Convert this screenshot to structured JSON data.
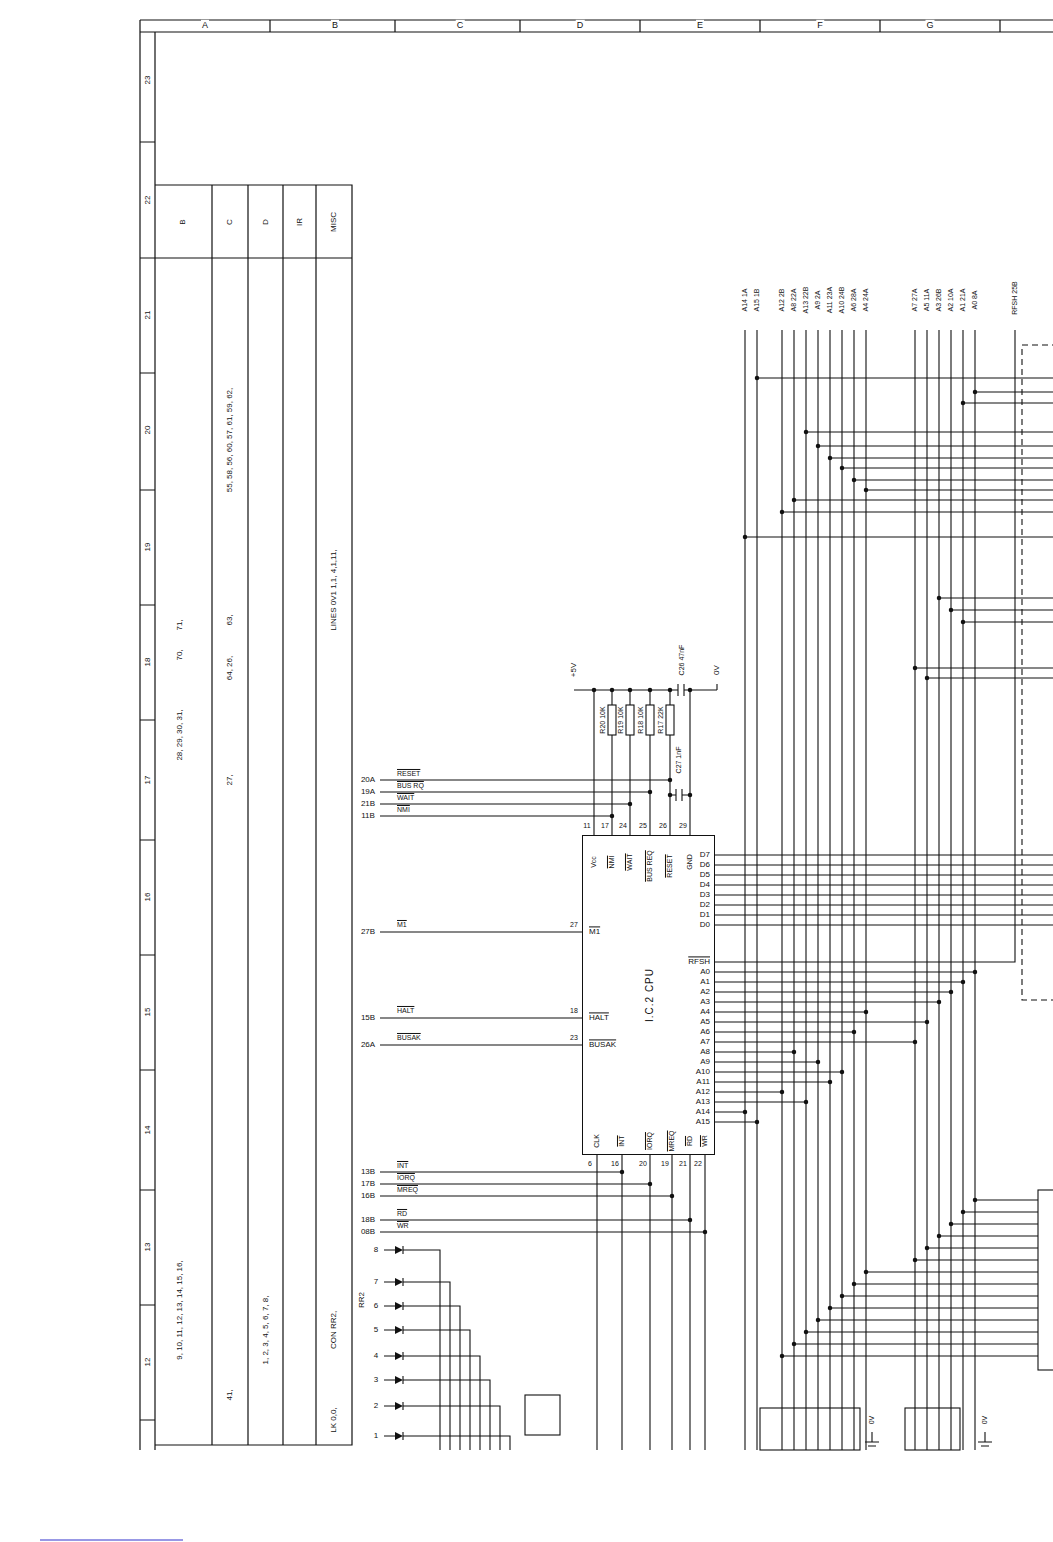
{
  "diagram": {
    "nodes": [
      {
        "text": [
          "I.C.2 CPU"
        ]
      }
    ],
    "labels": [
      "A",
      "B",
      "C",
      "D",
      "E",
      "F",
      "G",
      "23",
      "22",
      "21",
      "20",
      "19",
      "18",
      "17",
      "16",
      "15",
      "14",
      "13",
      "12",
      "B",
      "C",
      "D",
      "IR",
      "MISC",
      "9, 10, 11, 12, 13, 14, 15, 16,",
      "28, 29, 30, 31,",
      "70,",
      "71,",
      "41,",
      "55, 58, 56, 60, 57, 61, 59, 62,",
      "27,",
      "64, 26,",
      "63,",
      "1, 2, 3, 4, 5, 6, 7, 8,",
      "LINES 0V1 1,1, 4,1,11,",
      "CON RR2,",
      "LK 0,0,",
      "+5V",
      "C26 47nF",
      "0V",
      "R20 10K",
      "R19 10K",
      "R18 10K",
      "R17 22K",
      "C27 1nF",
      "20A",
      "RESET",
      "19A",
      "BUS RQ",
      "21B",
      "WAIT",
      "11B",
      "NMI",
      "27B",
      "M1",
      "15B",
      "HALT",
      "26A",
      "BUSAK",
      "13B",
      "INT",
      "17B",
      "IORQ",
      "16B",
      "MREQ",
      "18B",
      "RD",
      "08B",
      "WR",
      "RR2",
      "8",
      "7",
      "6",
      "5",
      "4",
      "3",
      "2",
      "1",
      "Vcc",
      "NMI",
      "WAIT",
      "BUS REQ",
      "RESET",
      "GND",
      "11",
      "17",
      "24",
      "25",
      "26",
      "29",
      "D7",
      "D6",
      "D5",
      "D4",
      "D3",
      "D2",
      "D1",
      "D0",
      "RFSH",
      "A0",
      "A1",
      "A2",
      "A3",
      "A4",
      "A5",
      "A6",
      "A7",
      "A8",
      "A9",
      "A10",
      "A11",
      "A12",
      "A13",
      "A14",
      "A15",
      "CLK",
      "INT",
      "IORQ",
      "MREQ",
      "RD",
      "WR",
      "M1",
      "HALT",
      "BUSAK",
      "27",
      "18",
      "23",
      "6",
      "16",
      "20",
      "19",
      "21",
      "22",
      "A14 1A",
      "A15 1B",
      "A12 2B",
      "A8 22A",
      "A13 22B",
      "A9 2A",
      "A11 23A",
      "A10 24B",
      "A6 28A",
      "A4 24A",
      "A7 27A",
      "A5 11A",
      "A3 26B",
      "A2 10A",
      "A1 21A",
      "A0 8A",
      "RFSH 25B",
      "0V",
      "0V"
    ]
  }
}
